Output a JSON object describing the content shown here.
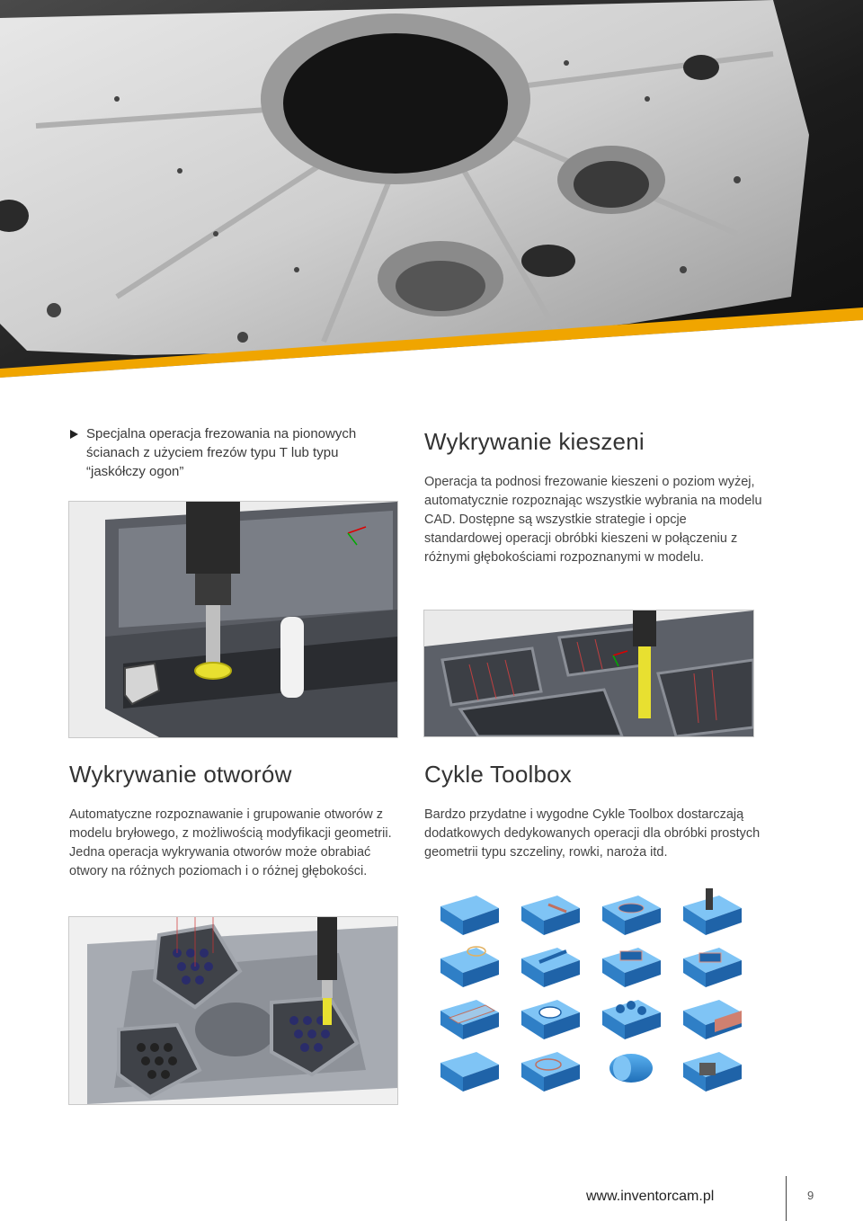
{
  "bullet": {
    "text": "Specjalna operacja frezowania na pionowych ścianach z użyciem frezów typu T lub typu “jaskółczy ogon”"
  },
  "sections": [
    {
      "title": "Wykrywanie kieszeni",
      "body": "Operacja ta podnosi frezowanie kieszeni o poziom wyżej, automatycznie rozpoznając wszystkie wybrania na modelu CAD. Dostępne są wszystkie strategie i opcje standardowej operacji obróbki kieszeni w połączeniu z różnymi głębokościami rozpoznanymi w modelu."
    },
    {
      "title": "Wykrywanie otworów",
      "body": "Automatyczne rozpoznawanie i grupowanie otworów z modelu bryłowego, z możliwością modyfikacji geometrii. Jedna operacja wykrywania otworów może obrabiać otwory na różnych poziomach i o różnej głębokości."
    },
    {
      "title": "Cykle Toolbox",
      "body": "Bardzo przydatne i wygodne Cykle Toolbox dostarczają dodatkowych dedykowanych operacji dla obróbki prostych geometrii typu szczeliny, rowki, naroża itd."
    }
  ],
  "footer": {
    "url": "www.inventorcam.pl",
    "page": "9"
  },
  "colors": {
    "accent": "#f0a500",
    "tool_yellow": "#e8e030",
    "toolbox_blue": "#2f8fd6"
  }
}
